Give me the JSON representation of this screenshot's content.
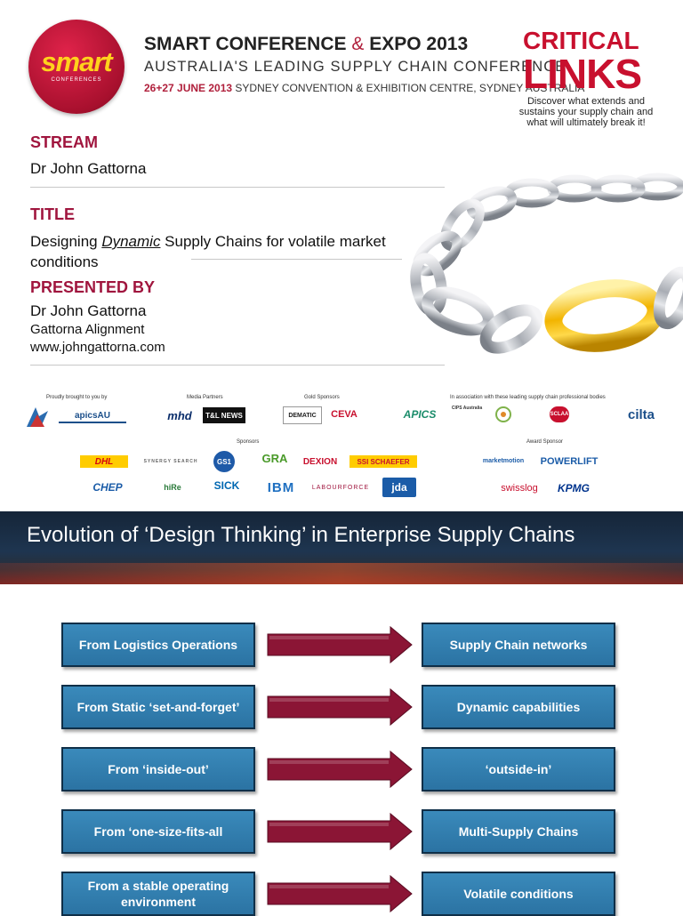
{
  "header": {
    "logo_text": "smart",
    "logo_sub": "CONFERENCES",
    "conf_title_a": "SMART CONFERENCE",
    "conf_title_amp": "&",
    "conf_title_b": "EXPO 2013",
    "tagline": "AUSTRALIA'S LEADING SUPPLY CHAIN CONFERENCE",
    "dates": "26+27 JUNE 2013",
    "venue": "SYDNEY CONVENTION & EXHIBITION CENTRE, SYDNEY AUSTRALIA",
    "critical": "CRITICAL",
    "links": "LINKS",
    "critical_sub": "Discover what extends and sustains your supply chain and what will ultimately break it!"
  },
  "details": {
    "stream_label": "STREAM",
    "stream_value": "Dr John Gattorna",
    "title_label": "TITLE",
    "title_pre": "Designing ",
    "title_em": "Dynamic",
    "title_post": " Supply Chains for volatile market conditions",
    "presented_label": "PRESENTED BY",
    "presenter": "Dr John Gattorna",
    "org": "Gattorna Alignment",
    "web": "www.johngattorna.com"
  },
  "sponsors": {
    "brought_label": "Proudly brought to you by",
    "media_label": "Media Partners",
    "gold_label": "Gold Sponsors",
    "assoc_label": "In association with these leading supply chain professional bodies",
    "sponsors_label": "Sponsors",
    "award_label": "Award Sponsor",
    "logos": {
      "apics_au": "apicsAU",
      "mhd": "mhd",
      "tnews": "T&L NEWS",
      "dematic": "DEMATIC",
      "ceva": "CEVA",
      "apics": "APICS",
      "cips": "CIPS Australia",
      "scla": "SCLAA",
      "cilta": "cilta",
      "dhl": "DHL",
      "synergy": "SYNERGY SEARCH",
      "gs1": "GS1",
      "gra": "GRA",
      "dexion": "DEXION",
      "schaefer": "SSI SCHAEFER",
      "chep": "CHEP",
      "hire": "hiRe",
      "sick": "SICK",
      "ibm": "IBM",
      "labourforce": "LABOURFORCE",
      "jda": "jda",
      "marketmotion": "marketmotion",
      "powerlift": "POWERLIFT",
      "swisslog": "swisslog",
      "kpmg": "KPMG"
    }
  },
  "slide2": {
    "title": "Evolution of ‘Design Thinking’ in Enterprise Supply Chains",
    "rows": [
      {
        "from": "From Logistics Operations",
        "to": "Supply Chain networks"
      },
      {
        "from": "From Static ‘set-and-forget’",
        "to": "Dynamic capabilities"
      },
      {
        "from": "From ‘inside-out’",
        "to": "‘outside-in’"
      },
      {
        "from": "From ‘one-size-fits-all",
        "to": "Multi-Supply Chains"
      },
      {
        "from": "From a stable operating environment",
        "to": "Volatile conditions"
      }
    ]
  },
  "colors": {
    "accent_red": "#a0153e",
    "box_blue": "#2b73a3",
    "arrow_maroon": "#8b1535"
  }
}
